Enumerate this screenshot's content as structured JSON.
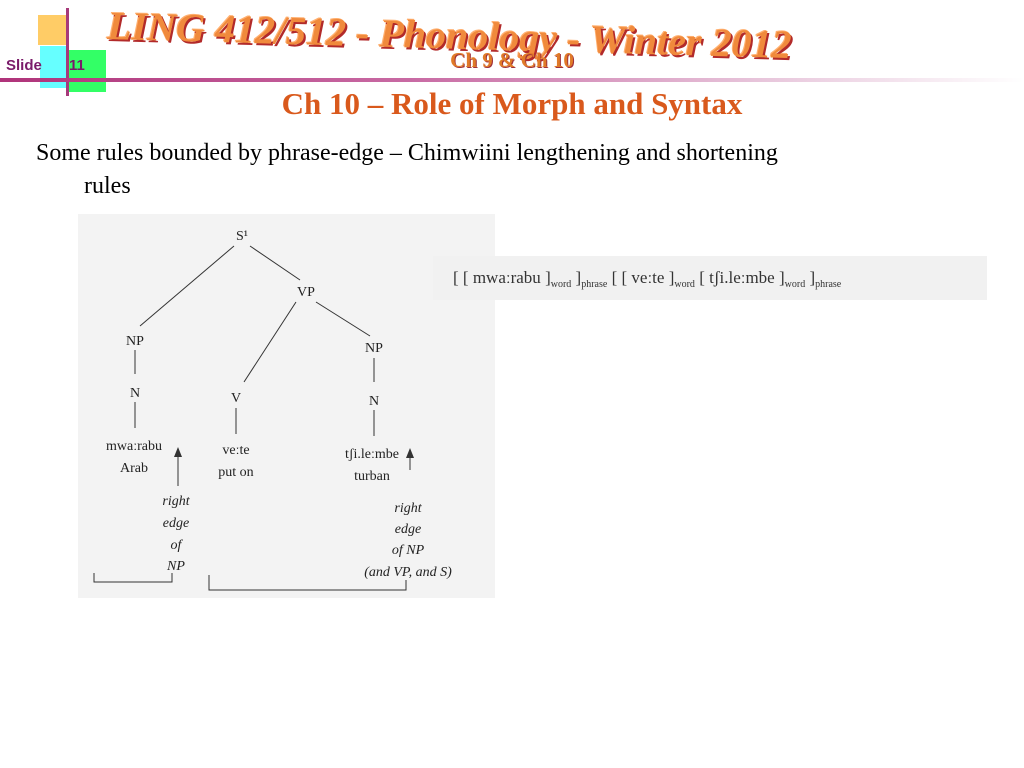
{
  "header": {
    "title": "LING 412/512 - Phonology - Winter 2012",
    "subtitle": "Ch 9 & Ch 10",
    "slide_label": "Slide",
    "slide_number": "11"
  },
  "content": {
    "title": "Ch 10 – Role of Morph and Syntax",
    "body_line1": "Some rules bounded by phrase-edge – Chimwiini lengthening and shortening",
    "body_line2": "rules"
  },
  "tree": {
    "root": "S¹",
    "vp": "VP",
    "np_left": "NP",
    "n_left": "N",
    "word1": "mwaːrabu",
    "gloss1": "Arab",
    "v": "V",
    "word2": "veːte",
    "gloss2": "put on",
    "np_right": "NP",
    "n_right": "N",
    "word3": "tʃi.leːmbe",
    "gloss3": "turban",
    "note1": [
      "right",
      "edge",
      "of",
      "NP"
    ],
    "note2": [
      "right",
      "edge",
      "of NP",
      "(and VP, and S)"
    ]
  },
  "bracketing": {
    "open1": "[ [",
    "word1": "mwaːrabu",
    "close1": "]",
    "sub_word": "word",
    "close2": "]",
    "sub_phrase": "phrase",
    "open2": "[ [",
    "word2": "veːte",
    "close3": "]",
    "open3": "[",
    "word3": "tʃi.leːmbe",
    "close4": "]",
    "close5": "]"
  }
}
